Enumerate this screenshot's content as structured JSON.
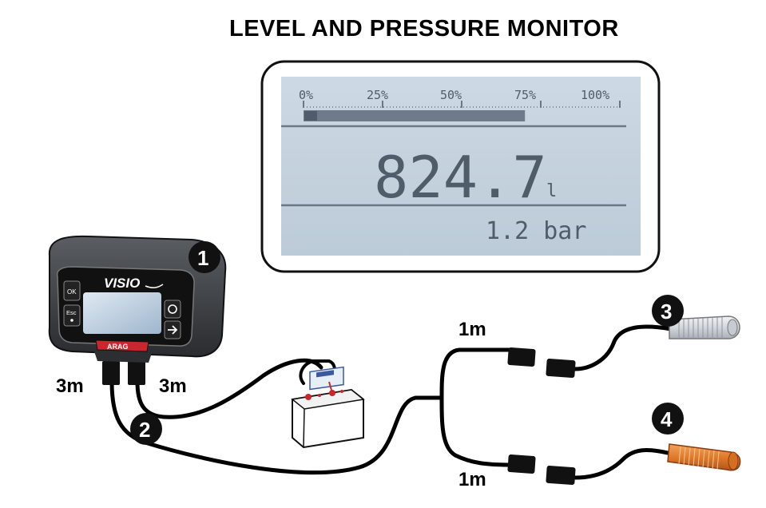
{
  "title": "LEVEL AND PRESSURE MONITOR",
  "lcd": {
    "scale_labels": [
      "0%",
      "25%",
      "50%",
      "75%",
      "100%"
    ],
    "level_fraction": 0.7,
    "volume_value": "824.7",
    "volume_unit": "l",
    "pressure": "1.2 bar"
  },
  "device": {
    "brand": "VISIO",
    "maker": "ARAG",
    "buttons": {
      "ok": "OK",
      "esc": "Esc"
    }
  },
  "callouts": [
    "1",
    "2",
    "3",
    "4"
  ],
  "cable_lengths": {
    "left_cable_a": "3m",
    "left_cable_b": "3m",
    "upper_branch": "1m",
    "lower_branch": "1m"
  },
  "colors": {
    "lcd_background": "#c7d4e0",
    "lcd_text": "#4f5d6a",
    "sensor_level": "#d9dde0",
    "sensor_pressure": "#e07a2a"
  }
}
